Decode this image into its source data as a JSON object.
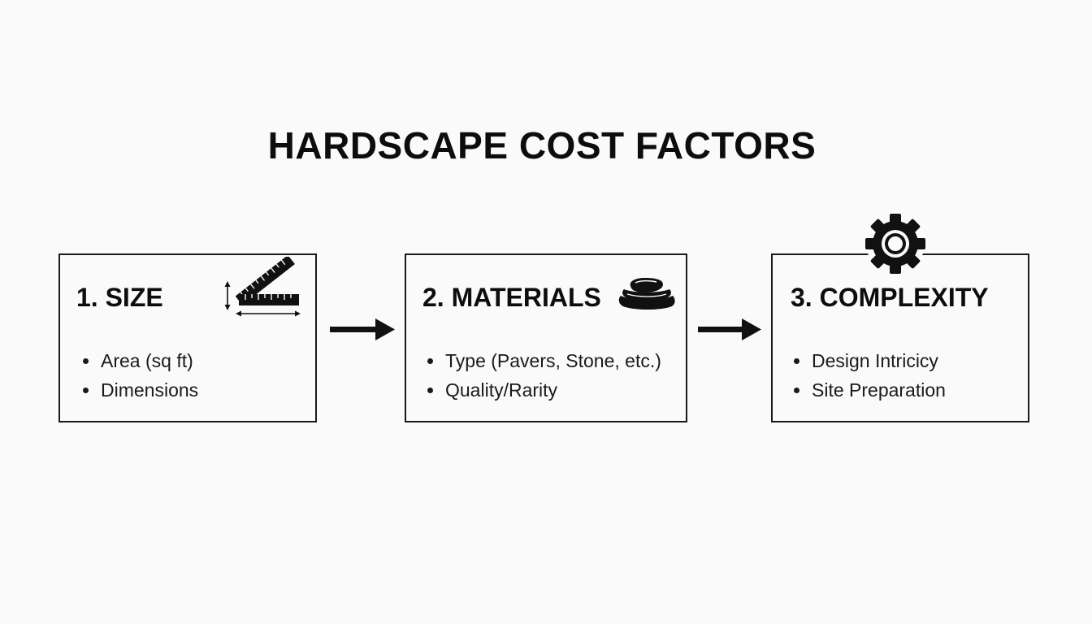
{
  "title": "HARDSCAPE COST FACTORS",
  "factors": [
    {
      "heading": "1. SIZE",
      "icon": "ruler-measure-icon",
      "bullets": [
        "Area (sq ft)",
        "Dimensions"
      ]
    },
    {
      "heading": "2. MATERIALS",
      "icon": "stone-stack-icon",
      "bullets": [
        "Type (Pavers, Stone, etc.)",
        "Quality/Rarity"
      ]
    },
    {
      "heading": "3. COMPLEXITY",
      "icon": "gear-icon",
      "bullets": [
        "Design Intricicy",
        "Site Preparation"
      ]
    }
  ],
  "colors": {
    "background": "#fafafa",
    "ink": "#111111"
  }
}
